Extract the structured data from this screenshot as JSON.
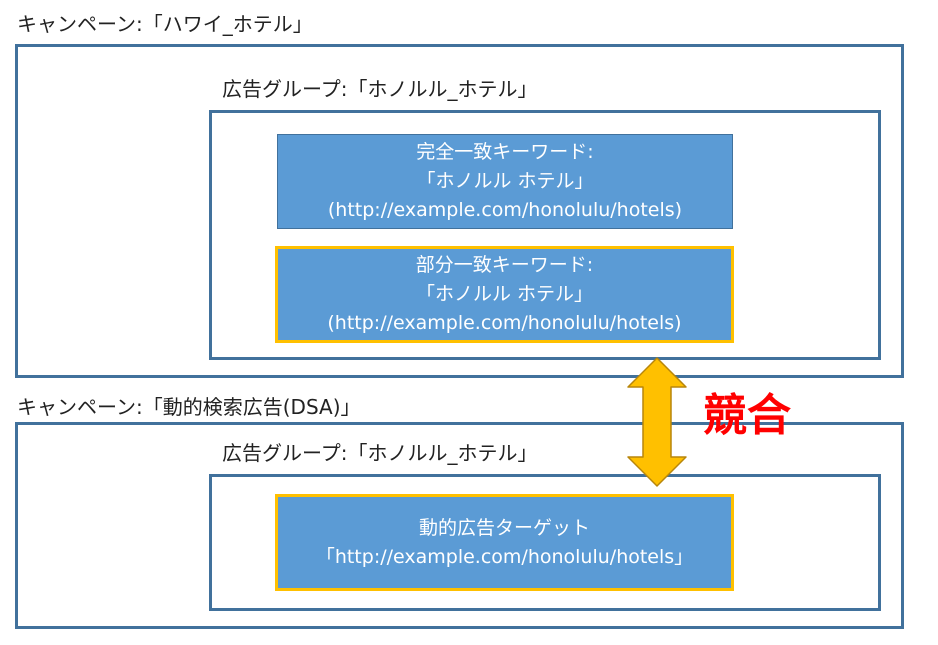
{
  "colors": {
    "frame_border": "#41719c",
    "keyword_fill": "#5b9bd5",
    "highlight_border": "#ffc000",
    "arrow_fill": "#ffc000",
    "conflict_text": "#ff0000"
  },
  "campaign_hawaii": {
    "label": "キャンペーン:「ハワイ_ホテル」",
    "ad_group": {
      "label": "広告グループ:「ホノルル_ホテル」",
      "exact_keyword": {
        "line1": "完全一致キーワード:",
        "line2": "「ホノルル ホテル」",
        "line3": "(http://example.com/honolulu/hotels)"
      },
      "phrase_keyword": {
        "line1": "部分一致キーワード:",
        "line2": "「ホノルル ホテル」",
        "line3": "(http://example.com/honolulu/hotels)"
      }
    }
  },
  "campaign_dsa": {
    "label": "キャンペーン:「動的検索広告(DSA)」",
    "ad_group": {
      "label": "広告グループ:「ホノルル_ホテル」",
      "dynamic_target": {
        "line1": "動的広告ターゲット",
        "line2": "「http://example.com/honolulu/hotels」"
      }
    }
  },
  "conflict": {
    "label": "競合",
    "arrow_icon": "double-arrow-vertical-icon"
  }
}
